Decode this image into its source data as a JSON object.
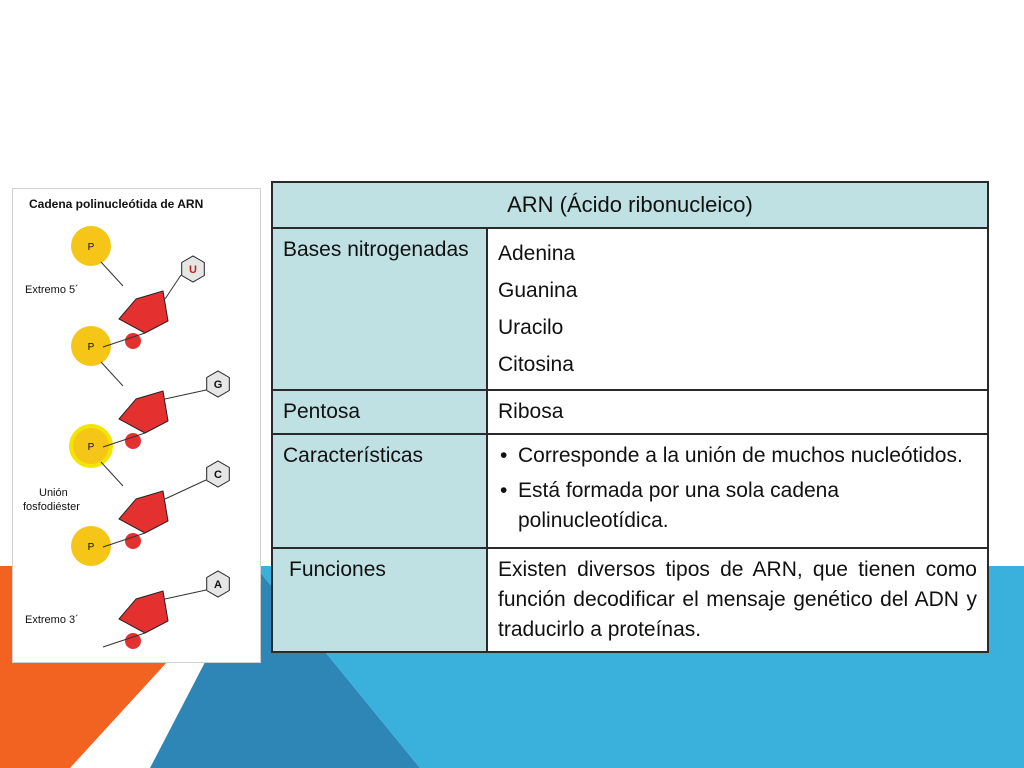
{
  "figure": {
    "title": "Cadena polinucleótida de ARN",
    "labels": {
      "extremo5": "Extremo 5´",
      "extremo3": "Extremo 3´",
      "union_line1": "Unión",
      "union_line2": "fosfodiéster"
    },
    "bases": [
      "U",
      "G",
      "C",
      "A"
    ]
  },
  "table": {
    "header": "ARN (Ácido ribonucleico)",
    "rows": {
      "bases": {
        "label": "Bases nitrogenadas",
        "items": [
          "Adenina",
          "Guanina",
          "Uracilo",
          "Citosina"
        ]
      },
      "pentosa": {
        "label": "Pentosa",
        "value": "Ribosa"
      },
      "caracteristicas": {
        "label": "Características",
        "items": [
          "Corresponde a la unión de muchos nucleótidos.",
          "Está formada por una sola cadena polinucleotídica."
        ]
      },
      "funciones": {
        "label": "Funciones",
        "value": "Existen diversos tipos de ARN, que tienen como función decodificar el mensaje genético del ADN y traducirlo a proteínas."
      }
    }
  },
  "colors": {
    "orange": "#f26322",
    "blue": "#3ab0dc",
    "dark_blue": "#2d86b6",
    "table_header": "#bfe1e3",
    "phosphate": "#f5c518",
    "ribose": "#e53030"
  }
}
